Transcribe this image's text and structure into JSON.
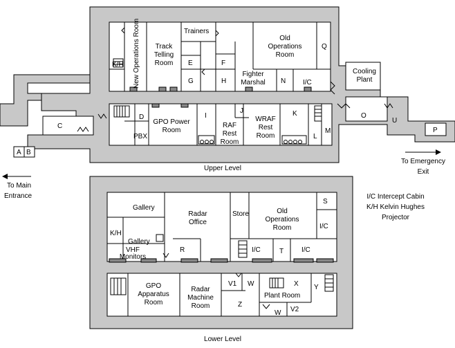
{
  "upper_level": {
    "caption": "Upper Level",
    "rooms": {
      "kh": "K/H",
      "new_ops": "New Operations Room",
      "track_telling": [
        "Track",
        "Telling",
        "Room"
      ],
      "trainers": "Trainers",
      "e": "E",
      "f": "F",
      "g": "G",
      "h": "H",
      "old_ops": [
        "Old",
        "Operations",
        "Room"
      ],
      "q": "Q",
      "fighter_marshal": [
        "Fighter",
        "Marshal"
      ],
      "n": "N",
      "ic": "I/C",
      "cooling_plant": [
        "Cooling",
        "Plant"
      ],
      "o": "O",
      "u": "U",
      "p": "P",
      "c": "C",
      "a": "A",
      "b": "B",
      "d": "D",
      "pbx": "PBX",
      "gpo_power": [
        "GPO Power",
        "Room"
      ],
      "i": "I",
      "j": "J",
      "raf_rest": [
        "RAF",
        "Rest",
        "Room"
      ],
      "wraf_rest": [
        "WRAF",
        "Rest",
        "Room"
      ],
      "k": "K",
      "l": "L",
      "m": "M"
    }
  },
  "lower_level": {
    "caption": "Lower Level",
    "rooms": {
      "gallery_top": "Gallery",
      "radar_office": [
        "Radar",
        "Office"
      ],
      "store": "Store",
      "old_ops": [
        "Old",
        "Operations",
        "Room"
      ],
      "s": "S",
      "ic_right": "I/C",
      "kh": "K/H",
      "gallery_mid": "Gallery",
      "vhf": [
        "VHF",
        "Monitors"
      ],
      "r": "R",
      "ic_a": "I/C",
      "t": "T",
      "ic_b": "I/C",
      "gpo_apparatus": [
        "GPO",
        "Apparatus",
        "Room"
      ],
      "radar_machine": [
        "Radar",
        "Machine",
        "Room"
      ],
      "v1": "V1",
      "w_top": "W",
      "x": "X",
      "plant_room": "Plant Room",
      "y": "Y",
      "z": "Z",
      "w_bottom": "W",
      "v2": "V2"
    }
  },
  "legend": {
    "line1": "I/C Intercept Cabin",
    "line2": "K/H Kelvin Hughes",
    "line3": "Projector"
  },
  "exits": {
    "main_1": "To Main",
    "main_2": "Entrance",
    "emergency_1": "To Emergency",
    "emergency_2": "Exit"
  }
}
